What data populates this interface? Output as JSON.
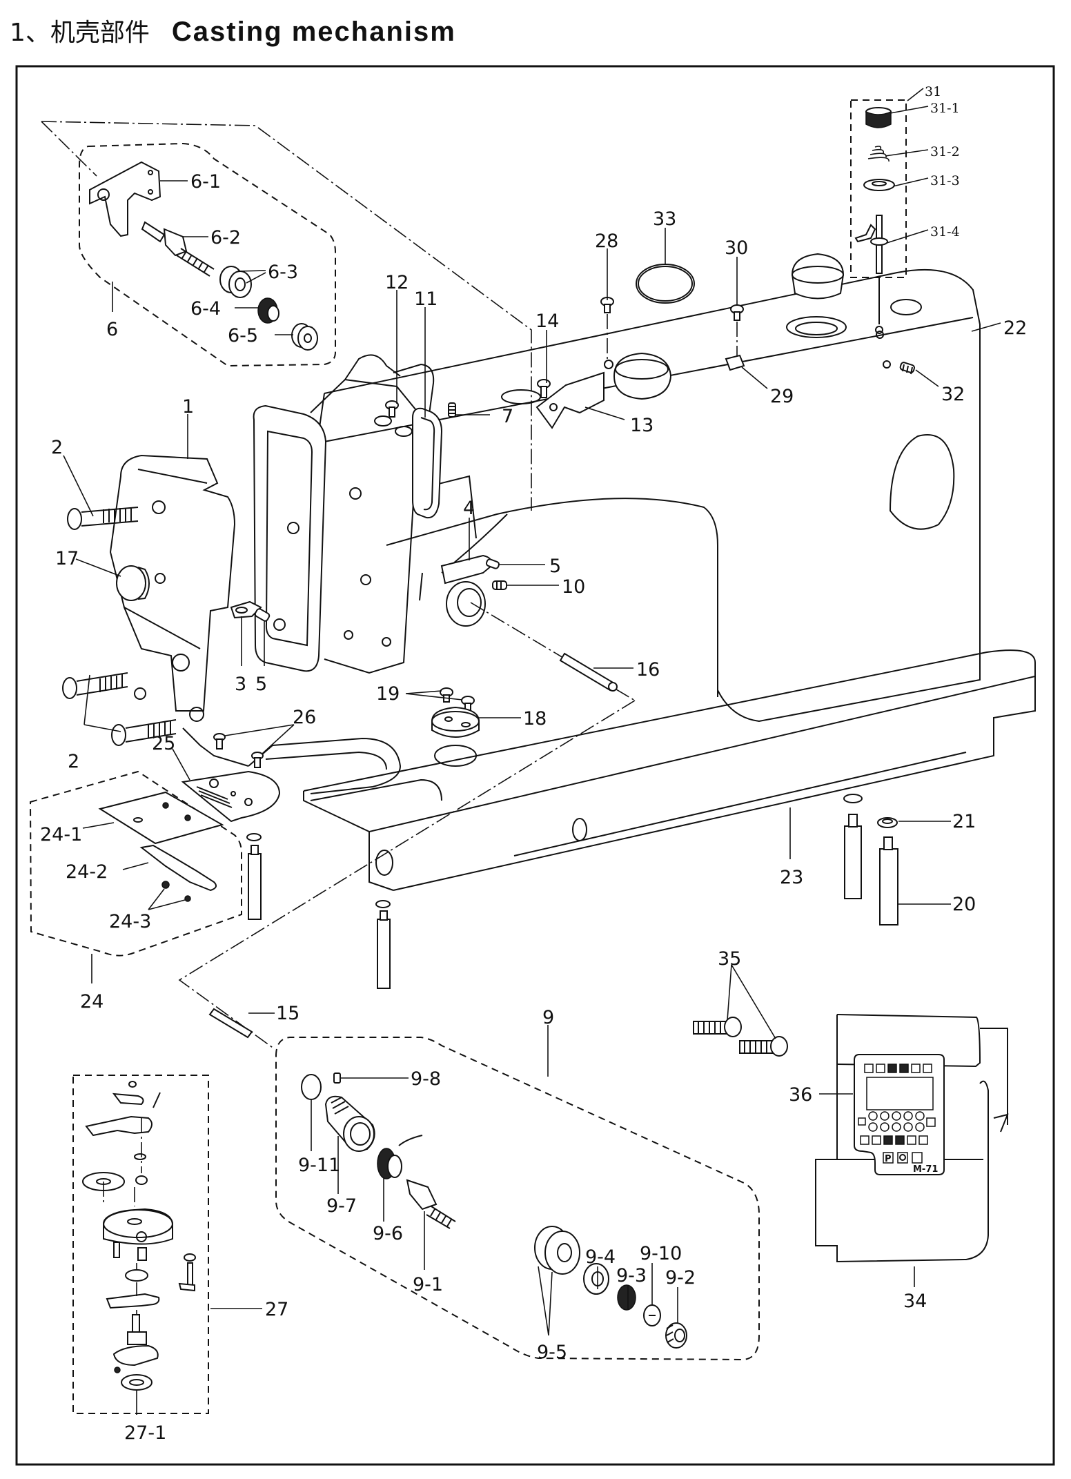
{
  "title": {
    "number": "1、",
    "chinese": "机壳部件",
    "english": "Casting mechanism"
  },
  "control_panel": {
    "model_label": "M-71",
    "program_key": "P"
  },
  "callouts": {
    "c1": "1",
    "c2a": "2",
    "c2b": "2",
    "c3": "3",
    "c4": "4",
    "c5a": "5",
    "c5b": "5",
    "c6": "6",
    "c6_1": "6-1",
    "c6_2": "6-2",
    "c6_3": "6-3",
    "c6_4": "6-4",
    "c6_5": "6-5",
    "c7": "7",
    "c9": "9",
    "c9_1": "9-1",
    "c9_2": "9-2",
    "c9_3": "9-3",
    "c9_4": "9-4",
    "c9_5": "9-5",
    "c9_6": "9-6",
    "c9_7": "9-7",
    "c9_8": "9-8",
    "c9_10": "9-10",
    "c9_11": "9-11",
    "c10": "10",
    "c11": "11",
    "c12": "12",
    "c13": "13",
    "c14": "14",
    "c15": "15",
    "c16": "16",
    "c17": "17",
    "c18": "18",
    "c19": "19",
    "c20": "20",
    "c21": "21",
    "c22": "22",
    "c23": "23",
    "c24": "24",
    "c24_1": "24-1",
    "c24_2": "24-2",
    "c24_3": "24-3",
    "c25": "25",
    "c26": "26",
    "c27": "27",
    "c27_1": "27-1",
    "c28": "28",
    "c29": "29",
    "c30": "30",
    "c31": "31",
    "c31_1": "31-1",
    "c31_2": "31-2",
    "c31_3": "31-3",
    "c31_4": "31-4",
    "c32": "32",
    "c33": "33",
    "c34": "34",
    "c35": "35",
    "c36": "36"
  }
}
